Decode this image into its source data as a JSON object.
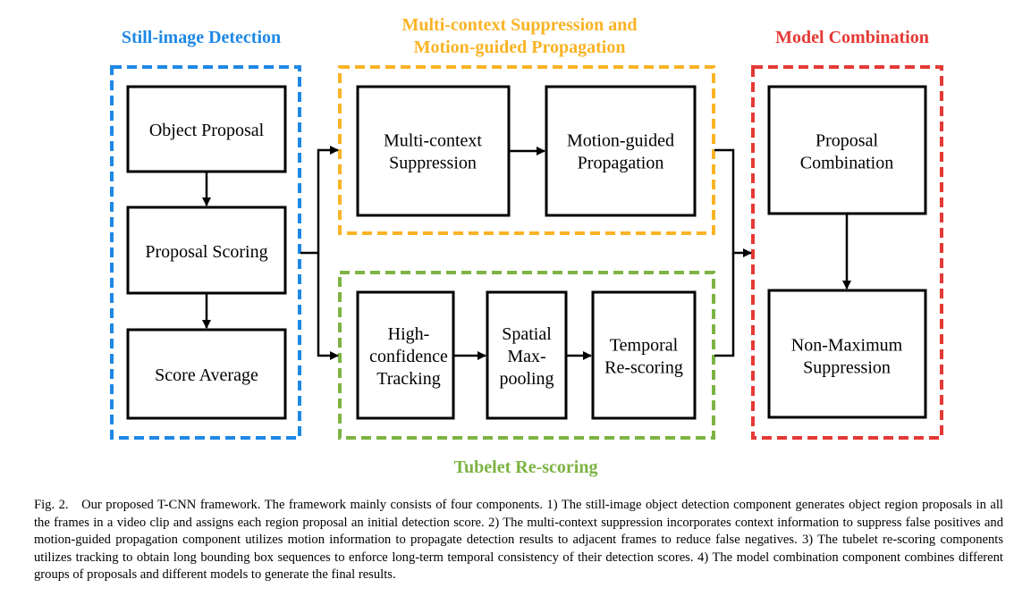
{
  "groups": {
    "still_image": {
      "title": "Still-image Detection",
      "color": "#1e88e5"
    },
    "multi_context": {
      "title_line1": "Multi-context Suppression and",
      "title_line2": "Motion-guided Propagation",
      "color": "#f9b324"
    },
    "model_combination": {
      "title": "Model Combination",
      "color": "#e53935"
    },
    "tubelet": {
      "title": "Tubelet Re-scoring",
      "color": "#7cb342"
    }
  },
  "boxes": {
    "object_proposal": [
      "Object Proposal"
    ],
    "proposal_scoring": [
      "Proposal Scoring"
    ],
    "score_average": [
      "Score Average"
    ],
    "multi_context_suppression": [
      "Multi-context",
      "Suppression"
    ],
    "motion_guided_propagation": [
      "Motion-guided",
      "Propagation"
    ],
    "high_confidence_tracking": [
      "High-",
      "confidence",
      "Tracking"
    ],
    "spatial_max_pooling": [
      "Spatial",
      "Max-",
      "pooling"
    ],
    "temporal_rescoring": [
      "Temporal",
      "Re-scoring"
    ],
    "proposal_combination": [
      "Proposal",
      "Combination"
    ],
    "non_maximum_suppression": [
      "Non-Maximum",
      "Suppression"
    ]
  },
  "caption": {
    "label": "Fig. 2.",
    "text": "Our proposed T-CNN framework. The framework mainly consists of four components. 1) The still-image object detection component generates object region proposals in all the frames in a video clip and assigns each region proposal an initial detection score. 2) The multi-context suppression incorporates context information to suppress false positives and motion-guided propagation component utilizes motion information to propagate detection results to adjacent frames to reduce false negatives. 3) The tubelet re-scoring components utilizes tracking to obtain long bounding box sequences to enforce long-term temporal consistency of their detection scores. 4) The model combination component combines different groups of proposals and different models to generate the final results."
  }
}
